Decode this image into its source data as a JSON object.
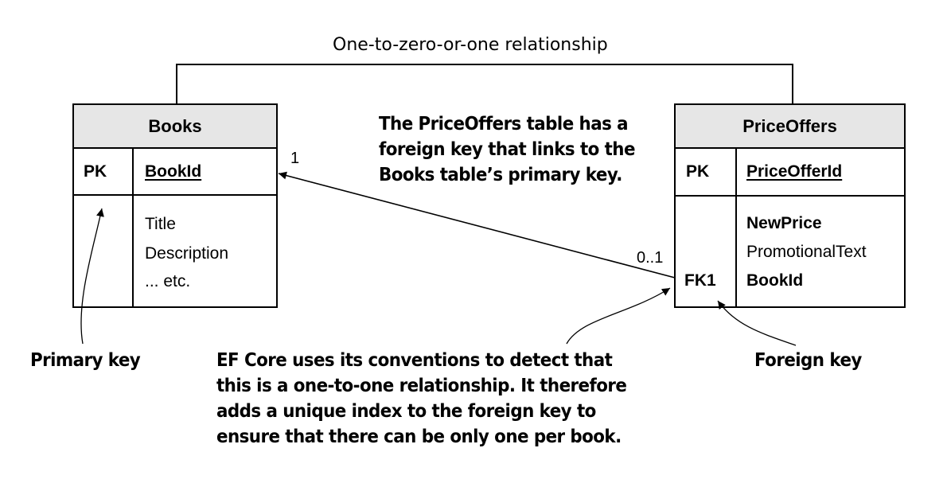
{
  "relationship_label": "One-to-zero-or-one relationship",
  "books_table": {
    "name": "Books",
    "pk_label": "PK",
    "pk_field": "BookId",
    "fields": [
      "Title",
      "Description",
      "... etc."
    ]
  },
  "priceoffers_table": {
    "name": "PriceOffers",
    "pk_label": "PK",
    "pk_field": "PriceOfferId",
    "fields": [
      "NewPrice",
      "PromotionalText",
      "BookId"
    ],
    "fk_label": "FK1"
  },
  "cardinality": {
    "books_end": "1",
    "priceoffers_end": "0..1"
  },
  "annotations": {
    "fk_note": "The PriceOffers table has a\nforeign key that links to the\nBooks table’s primary key.",
    "primary_key": "Primary key",
    "foreign_key": "Foreign key",
    "ef_core_note": "EF Core uses its conventions to detect that\nthis is a one-to-one relationship. It therefore\nadds a unique index to the foreign key to\nensure that there can be only one per book."
  }
}
